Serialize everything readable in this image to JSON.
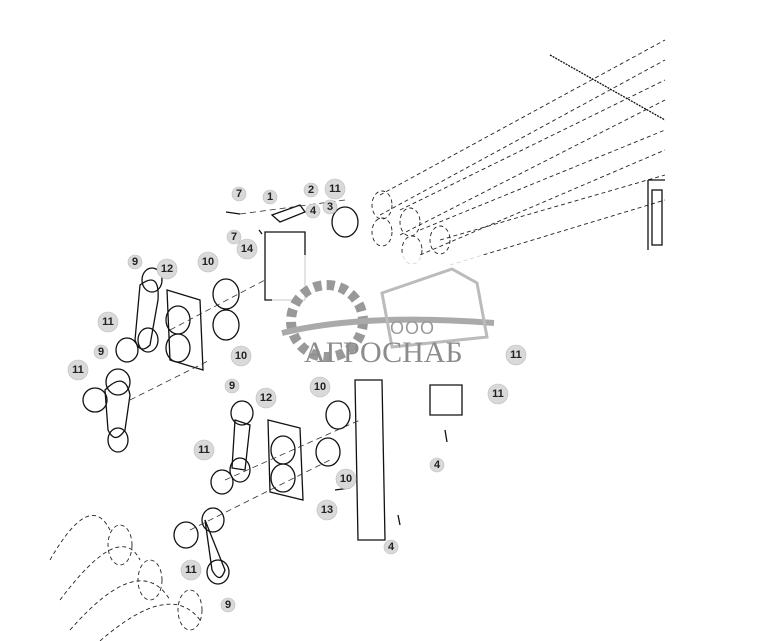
{
  "diagram": {
    "type": "exploded parts diagram",
    "callouts": [
      "7",
      "1",
      "2",
      "11",
      "4",
      "3",
      "7",
      "14",
      "10",
      "9",
      "12",
      "11",
      "9",
      "11",
      "10",
      "11",
      "11",
      "9",
      "12",
      "10",
      "4",
      "11",
      "10",
      "13",
      "4",
      "11",
      "9"
    ]
  },
  "watermark": {
    "prefix": "ООО",
    "name": "АГРОСНАБ"
  }
}
